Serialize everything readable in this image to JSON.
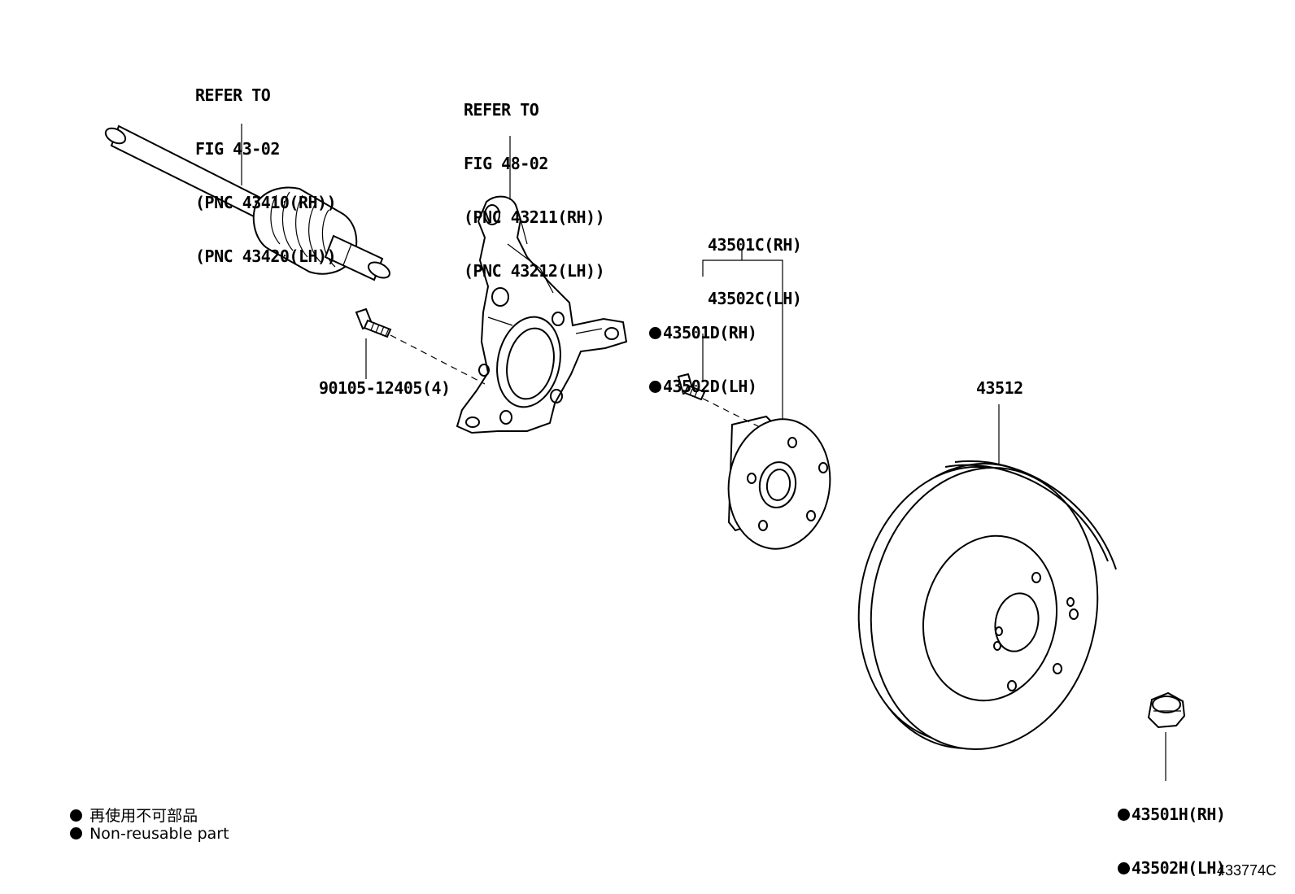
{
  "callouts": {
    "driveshaft": {
      "line1": "REFER TO",
      "line2": "FIG 43-02",
      "line3": "(PNC 43410(RH))",
      "line4": "(PNC 43420(LH))"
    },
    "knuckle": {
      "line1": "REFER TO",
      "line2": "FIG 48-02",
      "line3": "(PNC 43211(RH))",
      "line4": "(PNC 43212(LH))"
    },
    "hub": {
      "rh": "43501C(RH)",
      "lh": "43502C(LH)"
    },
    "hub_bolt": {
      "rh": "43501D(RH)",
      "lh": "43502D(LH)"
    },
    "knuckle_bolt": "90105-12405(4)",
    "disc": "43512",
    "nut": {
      "rh": "43501H(RH)",
      "lh": "43502H(LH)"
    }
  },
  "legend": {
    "jp": "再使用不可部品",
    "en": "Non-reusable part"
  },
  "figure_id": "433774C"
}
